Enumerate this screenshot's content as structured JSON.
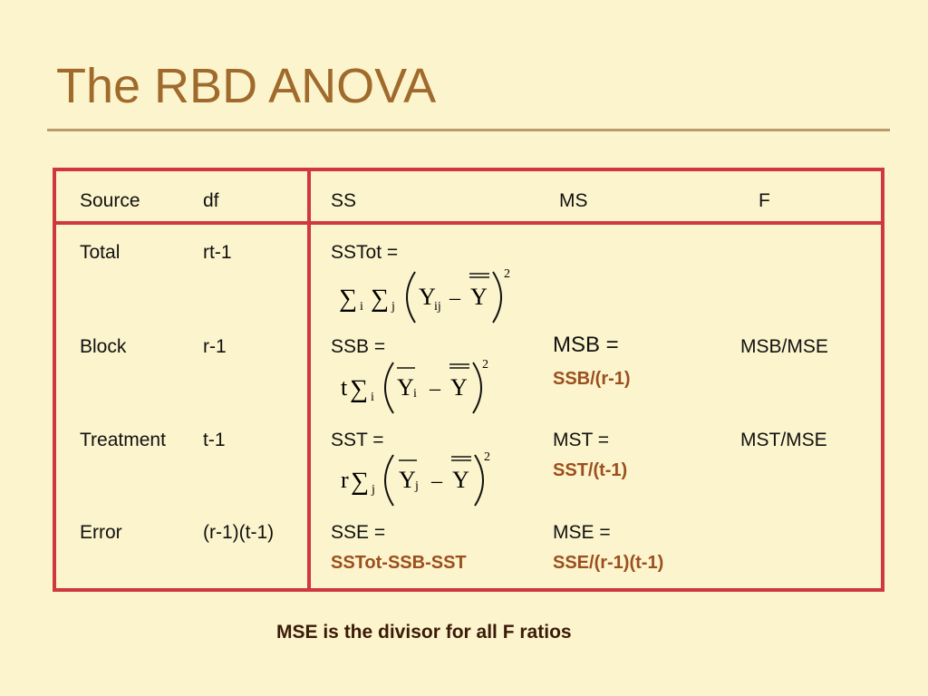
{
  "title": "The RBD ANOVA",
  "header": {
    "source": "Source",
    "df": "df",
    "ss": "SS",
    "ms": "MS",
    "f": "F"
  },
  "rows": [
    {
      "source": "Total",
      "df": "rt-1",
      "ss": "SSTot =",
      "ms": "",
      "ms_formula": "",
      "f": ""
    },
    {
      "source": "Block",
      "df": "r-1",
      "ss": "SSB =",
      "ms": "MSB =",
      "ms_formula": "SSB/(r-1)",
      "f": "MSB/MSE"
    },
    {
      "source": "Treatment",
      "df": "t-1",
      "ss": "SST =",
      "ms": "MST =",
      "ms_formula": "SST/(t-1)",
      "f": "MST/MSE"
    },
    {
      "source": "Error",
      "df": "(r-1)(t-1)",
      "ss": "SSE =",
      "ss_formula": "SSTot-SSB-SST",
      "ms": "MSE =",
      "ms_formula": "SSE/(r-1)(t-1)",
      "f": ""
    }
  ],
  "formulas": {
    "sum": "∑",
    "Y": "Y",
    "minus": "–",
    "exp": "2",
    "i": "i",
    "j": "j",
    "ij": "ij",
    "t": "t",
    "r": "r"
  },
  "footer": "MSE is the divisor for all F ratios",
  "colors": {
    "background": "#fcf4cc",
    "title": "#a06a2c",
    "border": "#d0383f",
    "emphasis": "#9b4f1f"
  }
}
